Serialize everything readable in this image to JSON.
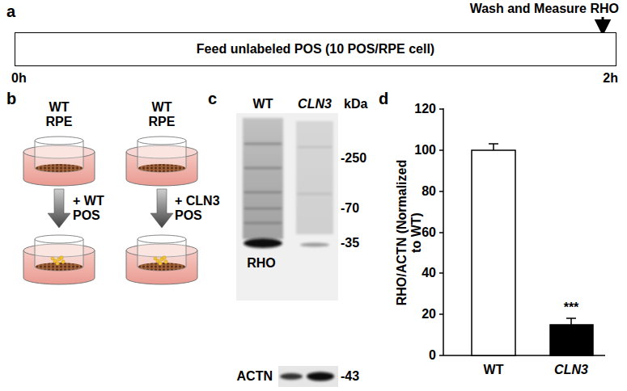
{
  "diagram": {
    "nodes": [
      {
        "text": [
          "Feed unlabeled POS (10 POS/RPE cell)"
        ]
      },
      {
        "text": [
          "WT RPE"
        ]
      },
      {
        "text": [
          "WT RPE"
        ]
      }
    ],
    "labels": [
      "a",
      "Wash and Measure RHO",
      "0h",
      "2h",
      "b",
      "+ WT POS",
      "+ CLN3 POS",
      "c",
      "WT",
      "CLN3",
      "kDa",
      "-250",
      "-70",
      "RHO",
      "-35",
      "ACTN",
      "-43",
      "d",
      "120",
      "100",
      "80",
      "60",
      "40",
      "20",
      "0",
      "RHO/ACTN (Normalized to WT)",
      "***",
      "WT",
      "CLN3"
    ]
  }
}
